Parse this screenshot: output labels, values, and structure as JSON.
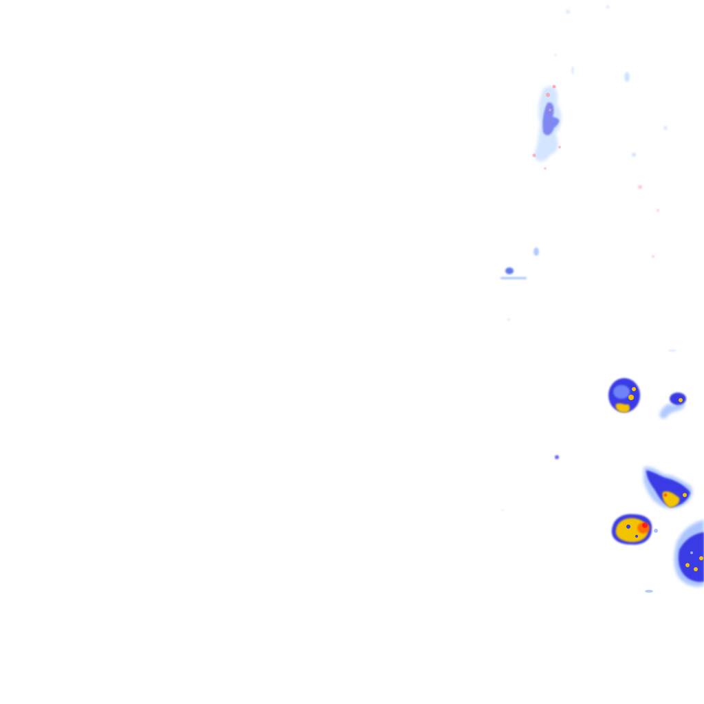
{
  "map": {
    "type": "weather-radar-overlay",
    "background": "#ffffff",
    "palette": {
      "very_light": "#cfe3ff",
      "light": "#8fb4ff",
      "medium": "#3a3ae6",
      "heavy": "#f2c400",
      "intense": "#ff6a00",
      "extreme": "#ff1e1e",
      "pink_noise": "#ff9aa8"
    },
    "echo_cells": [
      {
        "id": "north-streak",
        "intensity": "light"
      },
      {
        "id": "mid-dot",
        "intensity": "light"
      },
      {
        "id": "cell-a",
        "intensity": "heavy"
      },
      {
        "id": "cell-b",
        "intensity": "medium"
      },
      {
        "id": "cell-c",
        "intensity": "heavy"
      },
      {
        "id": "cell-d",
        "intensity": "intense"
      },
      {
        "id": "cell-e",
        "intensity": "heavy"
      }
    ]
  }
}
